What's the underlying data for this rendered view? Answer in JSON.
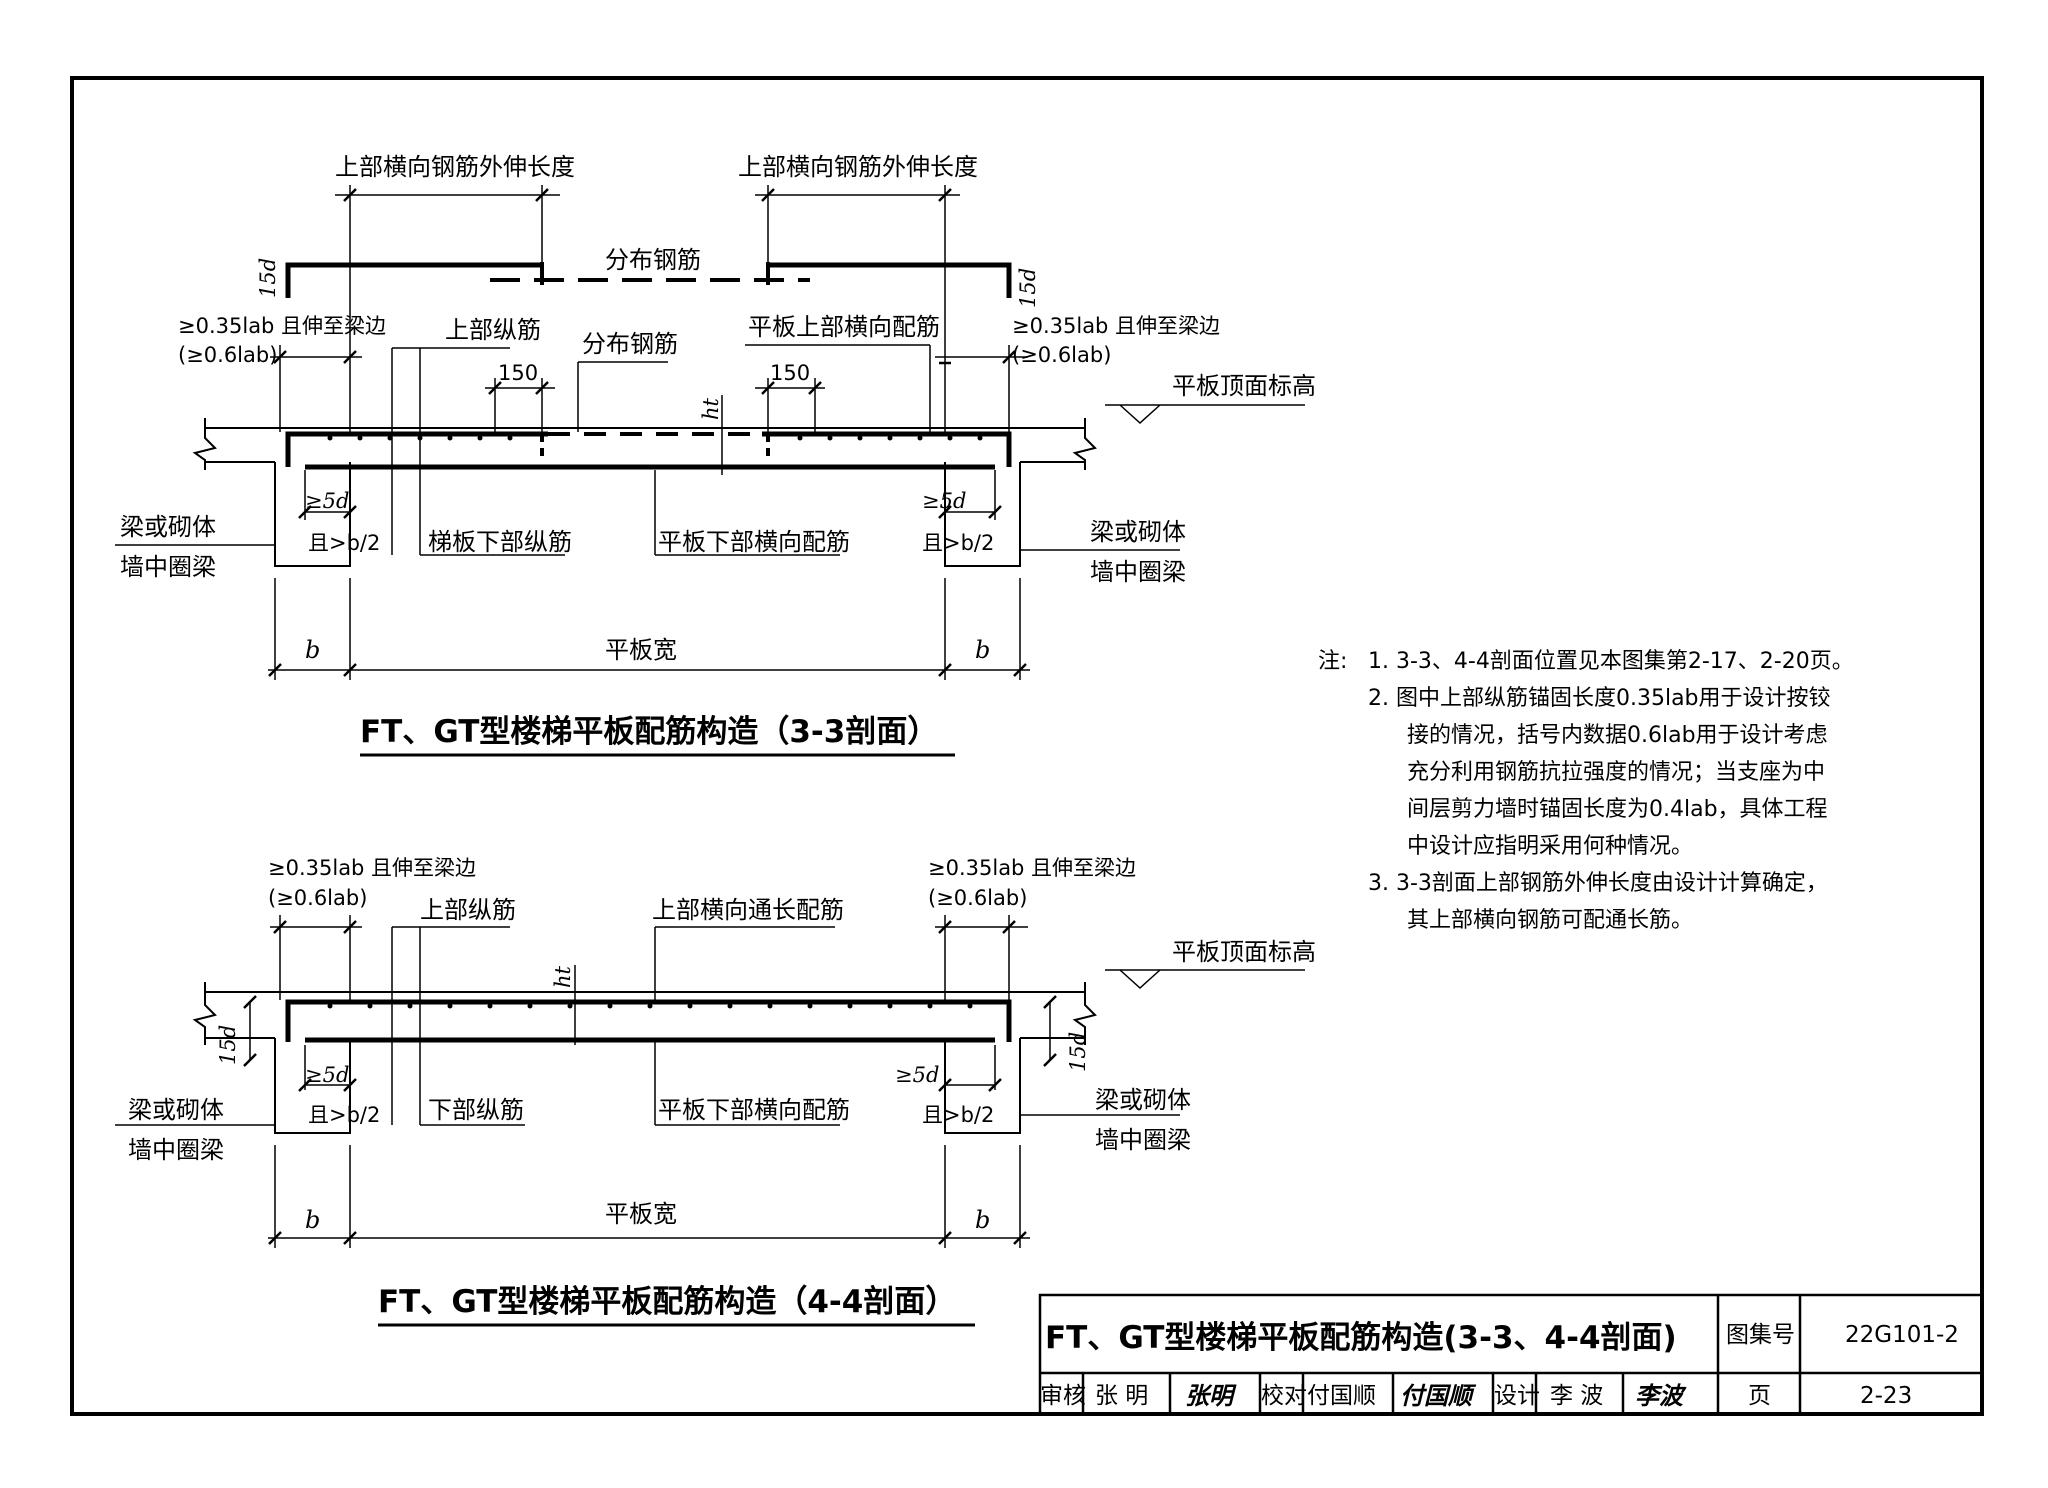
{
  "section33": {
    "top_ext_left": "上部横向钢筋外伸长度",
    "top_ext_right": "上部横向钢筋外伸长度",
    "dist_bar_top": "分布钢筋",
    "hook_15d": "15d",
    "anchor_left_1": "≥0.35lab 且伸至梁边",
    "anchor_left_2": "(≥0.6lab)",
    "anchor_right_1": "≥0.35lab 且伸至梁边",
    "anchor_right_2": "(≥0.6lab)",
    "upper_long_bar": "上部纵筋",
    "dist_bar": "分布钢筋",
    "slab_top_transverse": "平板上部横向配筋",
    "dim_150_left": "150",
    "dim_150_right": "150",
    "ht": "ht",
    "slab_top_elev": "平板顶面标高",
    "support_left_1": "梁或砌体",
    "support_left_2": "墙中圈梁",
    "support_right_1": "梁或砌体",
    "support_right_2": "墙中圈梁",
    "min_5d_left": "≥5d",
    "min_5d_right": "≥5d",
    "half_b_left": "且>b/2",
    "half_b_right": "且>b/2",
    "stair_bottom_long": "梯板下部纵筋",
    "slab_bottom_transverse": "平板下部横向配筋",
    "b_left": "b",
    "slab_width": "平板宽",
    "b_right": "b",
    "caption": "FT、GT型楼梯平板配筋构造（3-3剖面）"
  },
  "section44": {
    "anchor_left_1": "≥0.35lab 且伸至梁边",
    "anchor_left_2": "(≥0.6lab)",
    "anchor_right_1": "≥0.35lab 且伸至梁边",
    "anchor_right_2": "(≥0.6lab)",
    "upper_long_bar": "上部纵筋",
    "upper_through_bar": "上部横向通长配筋",
    "ht": "ht",
    "slab_top_elev": "平板顶面标高",
    "hook_15d_left": "15d",
    "hook_15d_right": "15d",
    "support_left_1": "梁或砌体",
    "support_left_2": "墙中圈梁",
    "support_right_1": "梁或砌体",
    "support_right_2": "墙中圈梁",
    "min_5d_left": "≥5d",
    "min_5d_right": "≥5d",
    "half_b_left": "且>b/2",
    "half_b_right": "且>b/2",
    "lower_long_bar": "下部纵筋",
    "slab_bottom_transverse": "平板下部横向配筋",
    "b_left": "b",
    "slab_width": "平板宽",
    "b_right": "b",
    "caption": "FT、GT型楼梯平板配筋构造（4-4剖面）"
  },
  "notes": {
    "prefix": "注:",
    "lines": [
      "1. 3-3、4-4剖面位置见本图集第2-17、2-20页。",
      "2. 图中上部纵筋锚固长度0.35lab用于设计按铰",
      "接的情况，括号内数据0.6lab用于设计考虑",
      "充分利用钢筋抗拉强度的情况；当支座为中",
      "间层剪力墙时锚固长度为0.4lab，具体工程",
      "中设计应指明采用何种情况。",
      "3. 3-3剖面上部钢筋外伸长度由设计计算确定，",
      "其上部横向钢筋可配通长筋。"
    ]
  },
  "title_block": {
    "title": "FT、GT型楼梯平板配筋构造(3-3、4-4剖面)",
    "atlas_no_label": "图集号",
    "atlas_no": "22G101-2",
    "review_label": "审核",
    "reviewer": "张 明",
    "reviewer_sig": "张明",
    "check_label": "校对",
    "checker": "付国顺",
    "checker_sig": "付国顺",
    "design_label": "设计",
    "designer": "李 波",
    "designer_sig": "李波",
    "page_label": "页",
    "page_no": "2-23"
  }
}
